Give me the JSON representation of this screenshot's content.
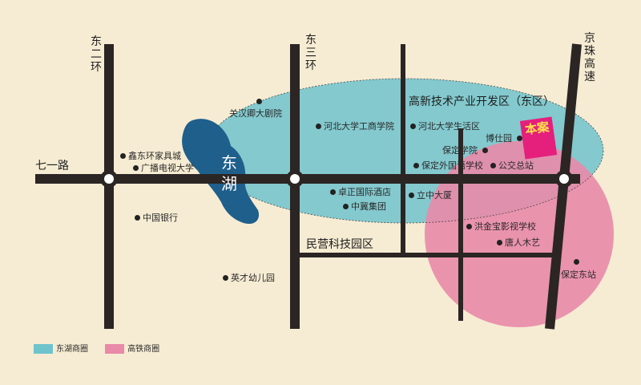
{
  "roads": {
    "qiyi": "七一路",
    "dongerhuan": "东二环",
    "dongsanhuan": "东三环",
    "jingzhu": "京珠高速"
  },
  "lake": "东湖",
  "districts": {
    "gaoxin": "高新技术产业开发区（东区）",
    "minying": "民营科技园区"
  },
  "project_label": "本案",
  "pois": {
    "guanhanqing": "关汉卿大剧院",
    "hebei_gongshang": "河北大学工商学院",
    "hebei_shenghuo": "河北大学生活区",
    "boshi": "博仕园",
    "baoding_xueyuan": "保定学院",
    "waiguoyu": "保定外国语学校",
    "gongjiao": "公交总站",
    "xindonghuan": "鑫东环家具城",
    "guangbo": "广播电视大学",
    "zhuozheng": "卓正国际酒店",
    "zhongji": "中冀集团",
    "lizhong": "立中大厦",
    "zhongguo_yinhang": "中国银行",
    "hongjinbao": "洪金宝影视学校",
    "tangren": "唐人木艺",
    "baoding_dongzhan": "保定东站",
    "yingcai": "英才幼儿园"
  },
  "legend": [
    {
      "label": "东湖商圈",
      "color": "#6fc3cc"
    },
    {
      "label": "高铁商圈",
      "color": "#e98aa8"
    }
  ],
  "colors": {
    "road": "#2b2524",
    "lake": "#1f5f8b",
    "donghu_zone": "#6fc3cc",
    "gaotie_zone": "#e98aa8",
    "project": "#e51f7c"
  }
}
